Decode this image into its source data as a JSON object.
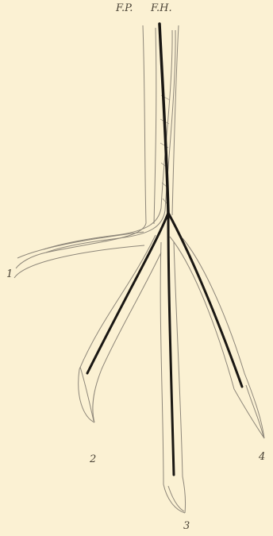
{
  "labels": {
    "flexor_perforans": "F.P.",
    "flexor_hallucis": "F.H.",
    "digit_1": "1",
    "digit_2": "2",
    "digit_3": "3",
    "digit_4": "4"
  },
  "colors": {
    "background": "#fbf1d3",
    "outline": "#8d8679",
    "tendon": "#1a1713",
    "label": "#4a4336"
  }
}
